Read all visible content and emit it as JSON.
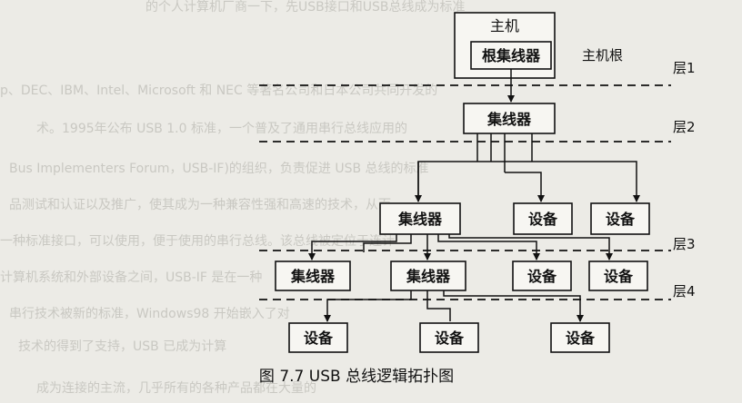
{
  "diagram": {
    "host": "主机",
    "root_hub": "根集线器",
    "host_root": "主机根",
    "layers": [
      "层1",
      "层2",
      "层3",
      "层4"
    ],
    "hub": "集线器",
    "device": "设备"
  },
  "caption": "图 7.7   USB 总线逻辑拓扑图",
  "background_lines": [
    "的个人计算机厂商一下，先USB接口和USB总线成为标准",
    "p、DEC、IBM、Intel、Microsoft 和 NEC 等著名公司和日本公司共同开发的",
    "术。1995年公布 USB 1.0 标准，一个普及了通用串行总线应用的",
    "Bus Implementers Forum，USB-IF)的组织，负责促进 USB 总线的标准",
    "品测试和认证以及推广，使其成为一种兼容性强和高速的技术，从而",
    "一种标准接口，可以使用，便于使用的串行总线。该总线被定位于连计",
    "计算机系统和外部设备之间，USB-IF 是在一种",
    "串行技术被新的标准，Windows98 开始嵌入了对",
    "技术的得到了支持，USB 已成为计算",
    "成为连接的主流，几乎所有的各种产品都在大量的"
  ]
}
